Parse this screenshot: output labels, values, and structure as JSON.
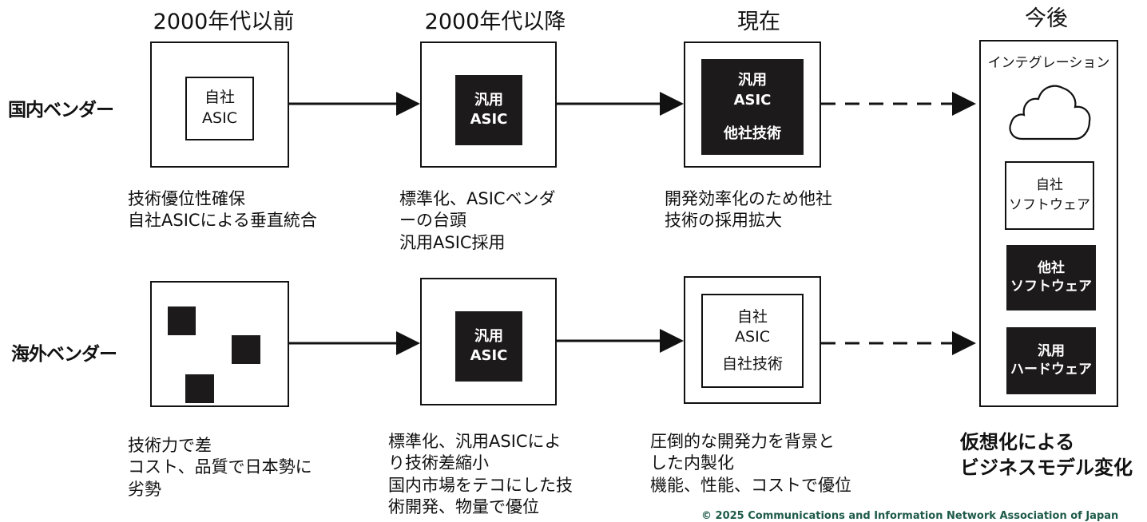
{
  "columns": [
    "2000年代以前",
    "2000年代以降",
    "現在",
    "今後"
  ],
  "rows": {
    "domestic": "国内ベンダー",
    "overseas": "海外ベンダー"
  },
  "domestic": {
    "pre2000": {
      "box_lines": [
        "自社",
        "ASIC"
      ],
      "desc": [
        "技術優位性確保",
        "自社ASICによる垂直統合"
      ]
    },
    "post2000": {
      "box_lines": [
        "汎用",
        "ASIC"
      ],
      "desc": [
        "標準化、ASICベンダ",
        "ーの台頭",
        "汎用ASIC採用"
      ]
    },
    "current": {
      "box_lines": [
        "汎用",
        "ASIC",
        "他社技術"
      ],
      "desc": [
        "開発効率化のため他社",
        "技術の採用拡大"
      ]
    }
  },
  "overseas": {
    "post2000": {
      "box_lines": [
        "汎用",
        "ASIC"
      ],
      "desc": [
        "標準化、汎用ASICによ",
        "り技術差縮小",
        "国内市場をテコにした技",
        "術開発、物量で優位"
      ]
    },
    "current": {
      "box_lines": [
        "自社",
        "ASIC",
        "自社技術"
      ],
      "desc": [
        "圧倒的な開発力を背景と",
        "した内製化",
        "機能、性能、コストで優位"
      ]
    },
    "pre2000": {
      "desc": [
        "技術力で差",
        "コスト、品質で日本勢に",
        "劣勢"
      ]
    }
  },
  "future": {
    "integration": "インテグレーション",
    "own_software": [
      "自社",
      "ソフトウェア"
    ],
    "other_software": [
      "他社",
      "ソフトウェア"
    ],
    "general_hardware": [
      "汎用",
      "ハードウェア"
    ],
    "summary": [
      "仮想化による",
      "ビジネスモデル変化"
    ]
  },
  "copyright": "© 2025 Communications and Information Network Association of Japan",
  "colors": {
    "dark": "#1c1a1a",
    "line": "#111111",
    "copyright": "#1d5a48"
  }
}
